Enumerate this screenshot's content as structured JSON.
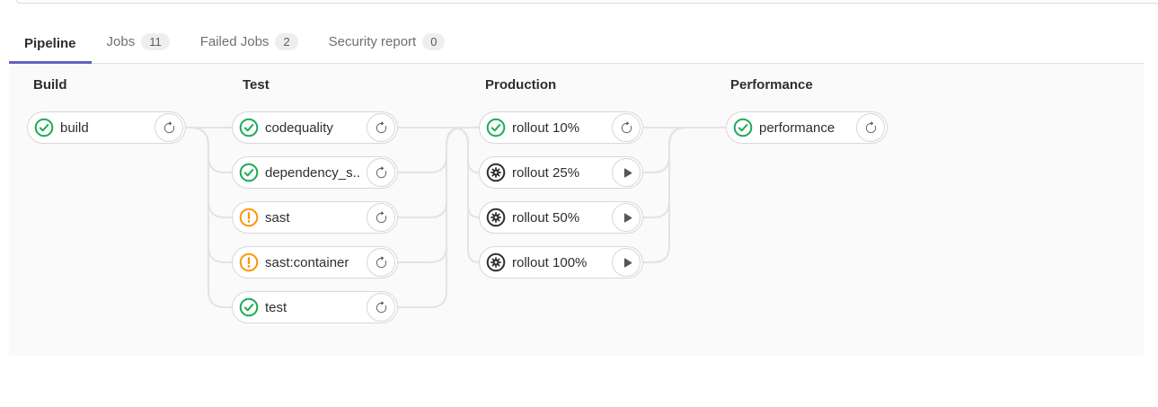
{
  "tabs": {
    "items": [
      {
        "label": "Pipeline",
        "active": true
      },
      {
        "label": "Jobs",
        "badge": "11"
      },
      {
        "label": "Failed Jobs",
        "badge": "2"
      },
      {
        "label": "Security report",
        "badge": "0"
      }
    ]
  },
  "stages": [
    {
      "name": "Build",
      "jobs": [
        {
          "label": "build",
          "status": "success",
          "action": "retry"
        }
      ]
    },
    {
      "name": "Test",
      "jobs": [
        {
          "label": "codequality",
          "status": "success",
          "action": "retry"
        },
        {
          "label": "dependency_s...",
          "status": "success",
          "action": "retry"
        },
        {
          "label": "sast",
          "status": "warning",
          "action": "retry"
        },
        {
          "label": "sast:container",
          "status": "warning",
          "action": "retry"
        },
        {
          "label": "test",
          "status": "success",
          "action": "retry"
        }
      ]
    },
    {
      "name": "Production",
      "jobs": [
        {
          "label": "rollout 10%",
          "status": "success",
          "action": "retry"
        },
        {
          "label": "rollout 25%",
          "status": "manual",
          "action": "play"
        },
        {
          "label": "rollout 50%",
          "status": "manual",
          "action": "play"
        },
        {
          "label": "rollout 100%",
          "status": "manual",
          "action": "play"
        }
      ]
    },
    {
      "name": "Performance",
      "jobs": [
        {
          "label": "performance",
          "status": "success",
          "action": "retry"
        }
      ]
    }
  ],
  "colors": {
    "success": "#1aaa55",
    "warning": "#fc9403",
    "manual": "#2e2e2e",
    "active_tab_underline": "#6161c0",
    "connector": "#e3e3e3"
  }
}
